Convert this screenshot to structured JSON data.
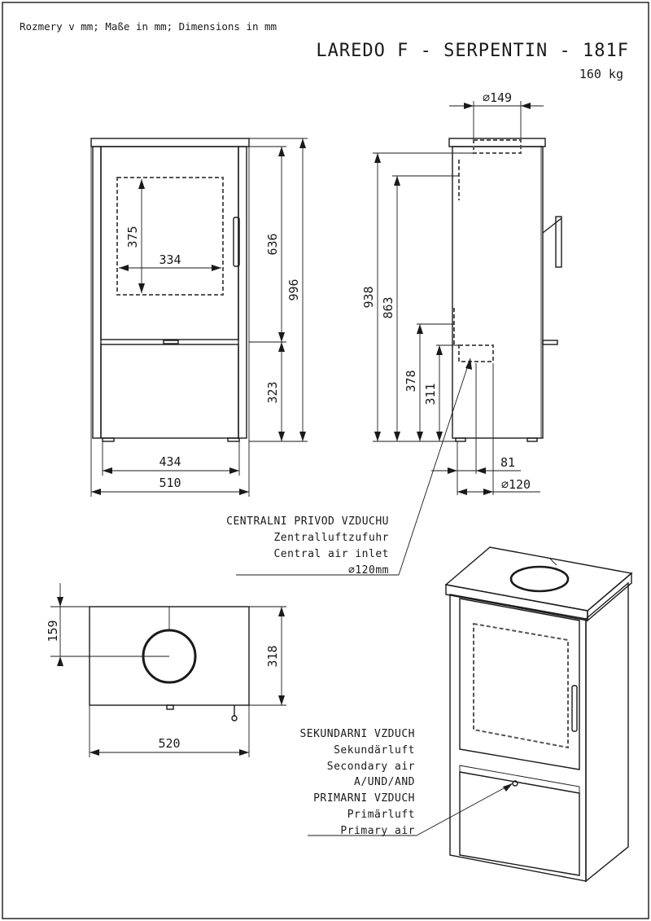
{
  "header": {
    "units_note": "Rozmery v mm; Maße in mm; Dimensions in mm",
    "model_title": "LAREDO F - SERPENTIN - 181F",
    "weight": "160 kg"
  },
  "front_view": {
    "width_inner": "434",
    "width_outer": "510",
    "glass_width": "334",
    "glass_height": "375",
    "door_height": "636",
    "total_height": "996",
    "base_height": "323"
  },
  "side_view": {
    "flue_diameter": "∅149",
    "height_flue": "938",
    "height_rear_outlet": "863",
    "height_378": "378",
    "height_311": "311",
    "offset_81": "81",
    "inlet_diameter": "∅120"
  },
  "air_inlet_label": {
    "line1": "CENTRALNI PRIVOD VZDUCHU",
    "line2": "Zentralluftzufuhr",
    "line3": "Central air inlet",
    "line4": "∅120mm"
  },
  "top_view": {
    "depth_159": "159",
    "depth_318": "318",
    "width_520": "520"
  },
  "air_label": {
    "line1": "SEKUNDARNI VZDUCH",
    "line2": "Sekundärluft",
    "line3": "Secondary air",
    "line4": "A/UND/AND",
    "line5": "PRIMARNI VZDUCH",
    "line6": "Primärluft",
    "line7": "Primary air"
  }
}
